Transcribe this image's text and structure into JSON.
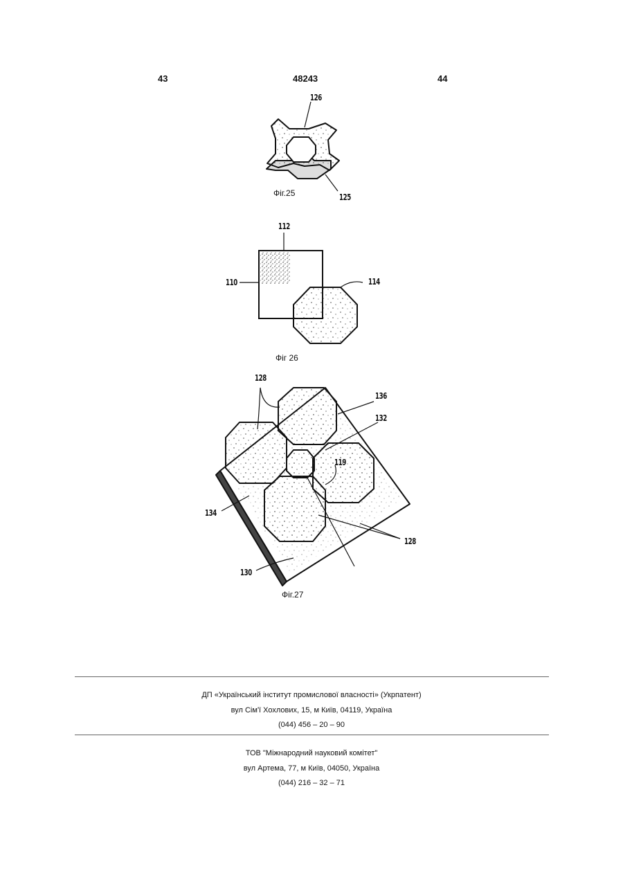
{
  "header": {
    "column_left": "43",
    "patent_number": "48243",
    "column_right": "44"
  },
  "figures": {
    "fig25": {
      "caption": "Фіг.25",
      "ref_labels": {
        "top": "126",
        "bottom": "125"
      }
    },
    "fig26": {
      "caption": "Фіг 26",
      "ref_labels": {
        "top": "112",
        "left": "110",
        "right": "114"
      }
    },
    "fig27": {
      "caption": "Фіг.27",
      "ref_labels": {
        "tiles_top": "128",
        "edge": "136",
        "center": "132",
        "middle": "119",
        "left": "134",
        "tiles_bottom": "128",
        "base": "130"
      }
    }
  },
  "imprint": {
    "publisher": {
      "name": "ДП «Український інститут промислової власності» (Укрпатент)",
      "address": "вул  Сім'ї Хохлових, 15, м  Київ, 04119, Україна",
      "phone": "(044) 456 – 20 –  90"
    },
    "printer": {
      "name": "ТОВ \"Міжнародний науковий комітет\"",
      "address": "вул  Артема, 77, м  Київ, 04050, Україна",
      "phone": "(044) 216 – 32 – 71"
    }
  }
}
